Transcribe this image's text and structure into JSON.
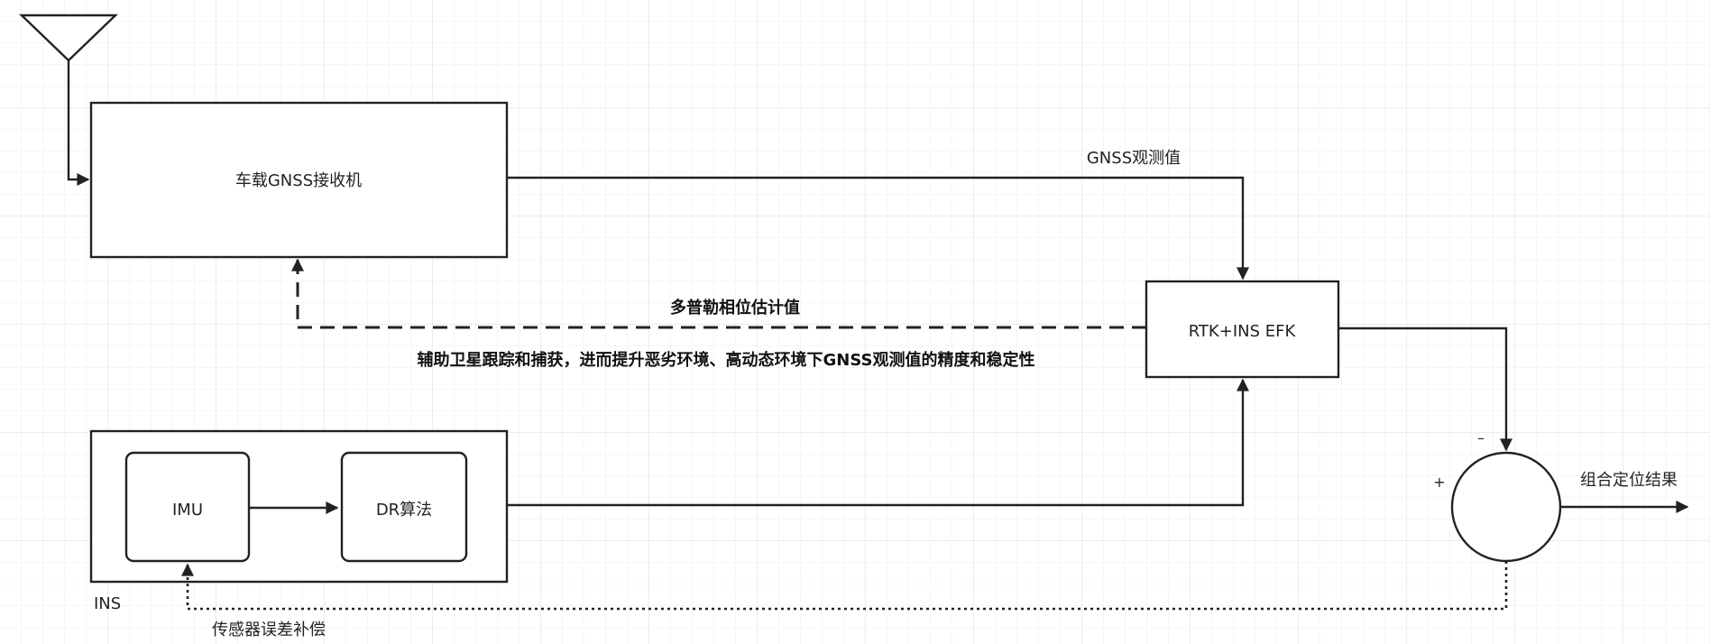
{
  "nodes": {
    "antenna": "",
    "gnss_receiver": "车载GNSS接收机",
    "rtk_ins_ekf": "RTK+INS EFK",
    "ins_group": "INS",
    "imu": "IMU",
    "dr_algorithm": "DR算法"
  },
  "edges": {
    "gnss_observations": "GNSS观测值",
    "doppler_estimate": "多普勒相位估计值",
    "aiding_note": "辅助卫星跟踪和捕获，进而提升恶劣环境、高动态环境下GNSS观测值的精度和稳定性",
    "integrated_result": "组合定位结果",
    "sensor_compensation": "传感器误差补偿"
  },
  "summing_junction": {
    "minus": "–",
    "plus": "+"
  },
  "colors": {
    "stroke": "#222222",
    "grid": "#ececec",
    "background": "#ffffff"
  }
}
